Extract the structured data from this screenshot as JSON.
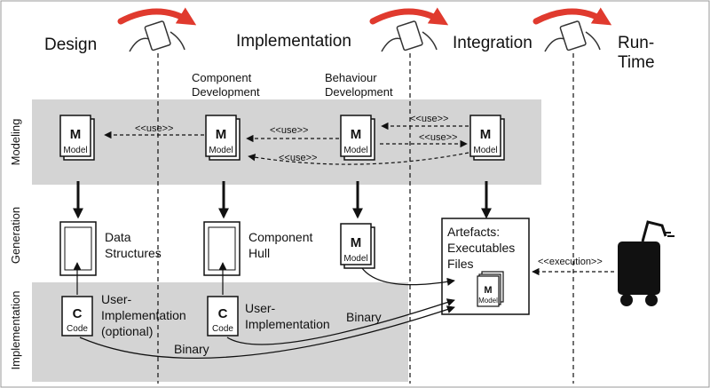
{
  "phases": {
    "design": "Design",
    "implementation": "Implementation",
    "integration": "Integration",
    "runtime_line1": "Run-",
    "runtime_line2": "Time"
  },
  "sub_phases": {
    "component_l1": "Component",
    "component_l2": "Development",
    "behaviour_l1": "Behaviour",
    "behaviour_l2": "Development"
  },
  "rows": {
    "modeling": "Modeling",
    "generation": "Generation",
    "implementation": "Implementation"
  },
  "model": {
    "glyph": "M",
    "caption": "Model"
  },
  "code": {
    "glyph": "C",
    "caption": "Code"
  },
  "labels": {
    "use": "<<use>>",
    "execution": "<<execution>>",
    "data_l1": "Data",
    "data_l2": "Structures",
    "hull_l1": "Component",
    "hull_l2": "Hull",
    "artefacts_l1": "Artefacts:",
    "artefacts_l2": "Executables",
    "artefacts_l3": "Files",
    "user_impl_l1": "User-",
    "user_impl_l2": "Implementation",
    "user_impl_l3": "(optional)",
    "user_impl2_l1": "User-",
    "user_impl2_l2": "Implementation",
    "binary": "Binary"
  },
  "colors": {
    "band": "#d4d4d4",
    "arrow_red": "#e03a2e",
    "robot": "#111111"
  }
}
